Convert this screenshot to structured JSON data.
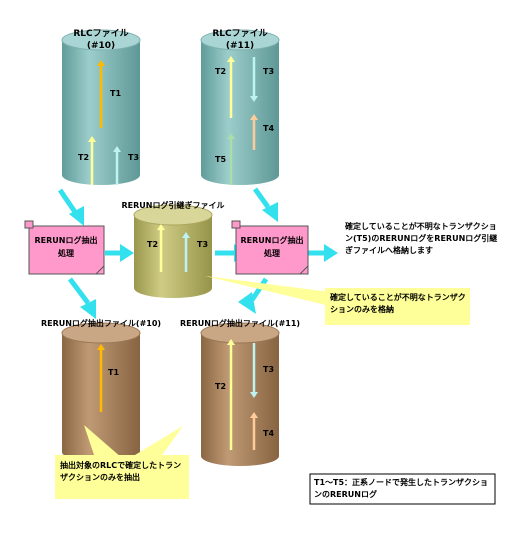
{
  "colors": {
    "cyl_teal": "#7fb8b6",
    "cyl_olive": "#b8b56a",
    "cyl_brown": "#a8825e",
    "flow_arrow": "#33e0ee",
    "process_box": "#ff99cc",
    "callout_bg": "#ffff99",
    "t1": "#ffbb00",
    "t2": "#ffff99",
    "t3": "#bff2f2",
    "t4": "#ffcc99",
    "t5": "#aaddaa"
  },
  "rlc10": {
    "title1": "RLCファイル",
    "title2": "(#10)",
    "t1": "T1",
    "t2": "T2",
    "t3": "T3"
  },
  "rlc11": {
    "title1": "RLCファイル",
    "title2": "(#11)",
    "t2": "T2",
    "t3": "T3",
    "t4": "T4",
    "t5": "T5"
  },
  "handover": {
    "title": "RERUNログ引継ぎファイル",
    "t2": "T2",
    "t3": "T3"
  },
  "proc_left": {
    "line1": "RERUNログ抽出",
    "line2": "処理"
  },
  "proc_right": {
    "line1": "RERUNログ抽出",
    "line2": "処理"
  },
  "note_right": "確定していることが不明なトランザクション(T5)のRERUNログをRERUNログ引継ぎファイルへ格納します",
  "callout_mid": "確定していることが不明なトランザクションのみを格納",
  "ext10": {
    "title": "RERUNログ抽出ファイル(#10)",
    "t1": "T1"
  },
  "ext11": {
    "title": "RERUNログ抽出ファイル(#11)",
    "t2": "T2",
    "t3": "T3",
    "t4": "T4"
  },
  "callout_bottom": "抽出対象のRLCで確定したトランザクションのみを抽出",
  "legend": "T1〜T5：正系ノードで発生したトランザクションのRERUNログ"
}
